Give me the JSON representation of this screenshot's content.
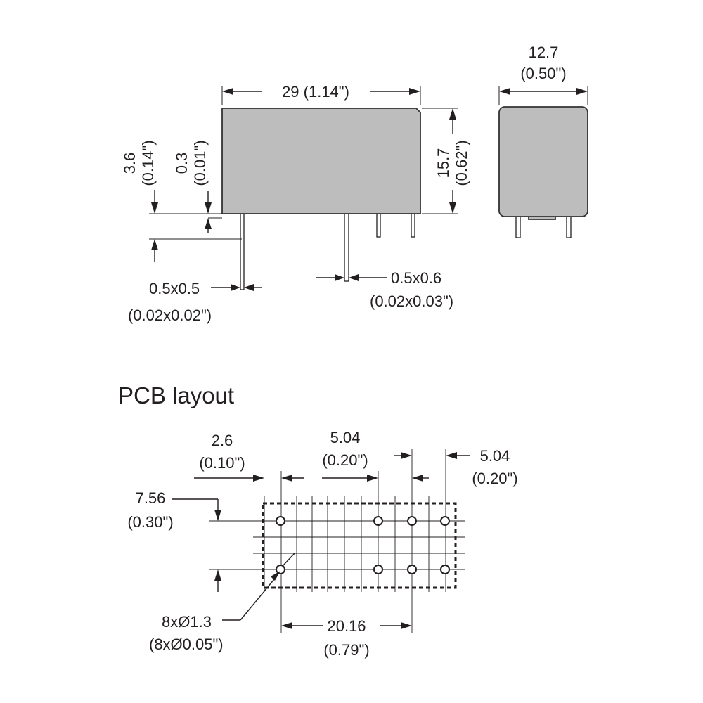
{
  "side_view": {
    "length": "29 (1.14\")",
    "height_mm": "15.7",
    "height_in": "(0.62\")",
    "standoff_mm": "3.6",
    "standoff_in": "(0.14\")",
    "gap_mm": "0.3",
    "gap_in": "(0.01\")",
    "pin_small_mm": "0.5x0.5",
    "pin_small_in": "(0.02x0.02\")",
    "pin_large_mm": "0.5x0.6",
    "pin_large_in": "(0.02x0.03\")"
  },
  "end_view": {
    "width_mm": "12.7",
    "width_in": "(0.50\")"
  },
  "pcb_layout": {
    "heading": "PCB layout",
    "pitch_first_mm": "2.6",
    "pitch_first_in": "(0.10\")",
    "pitch_mid_mm": "5.04",
    "pitch_mid_in": "(0.20\")",
    "pitch_last_mm": "5.04",
    "pitch_last_in": "(0.20\")",
    "row_spacing_mm": "7.56",
    "row_spacing_in": "(0.30\")",
    "holes_mm": "8xØ1.3",
    "holes_in": "(8xØ0.05\")",
    "span_mm": "20.16",
    "span_in": "(0.79\")"
  }
}
